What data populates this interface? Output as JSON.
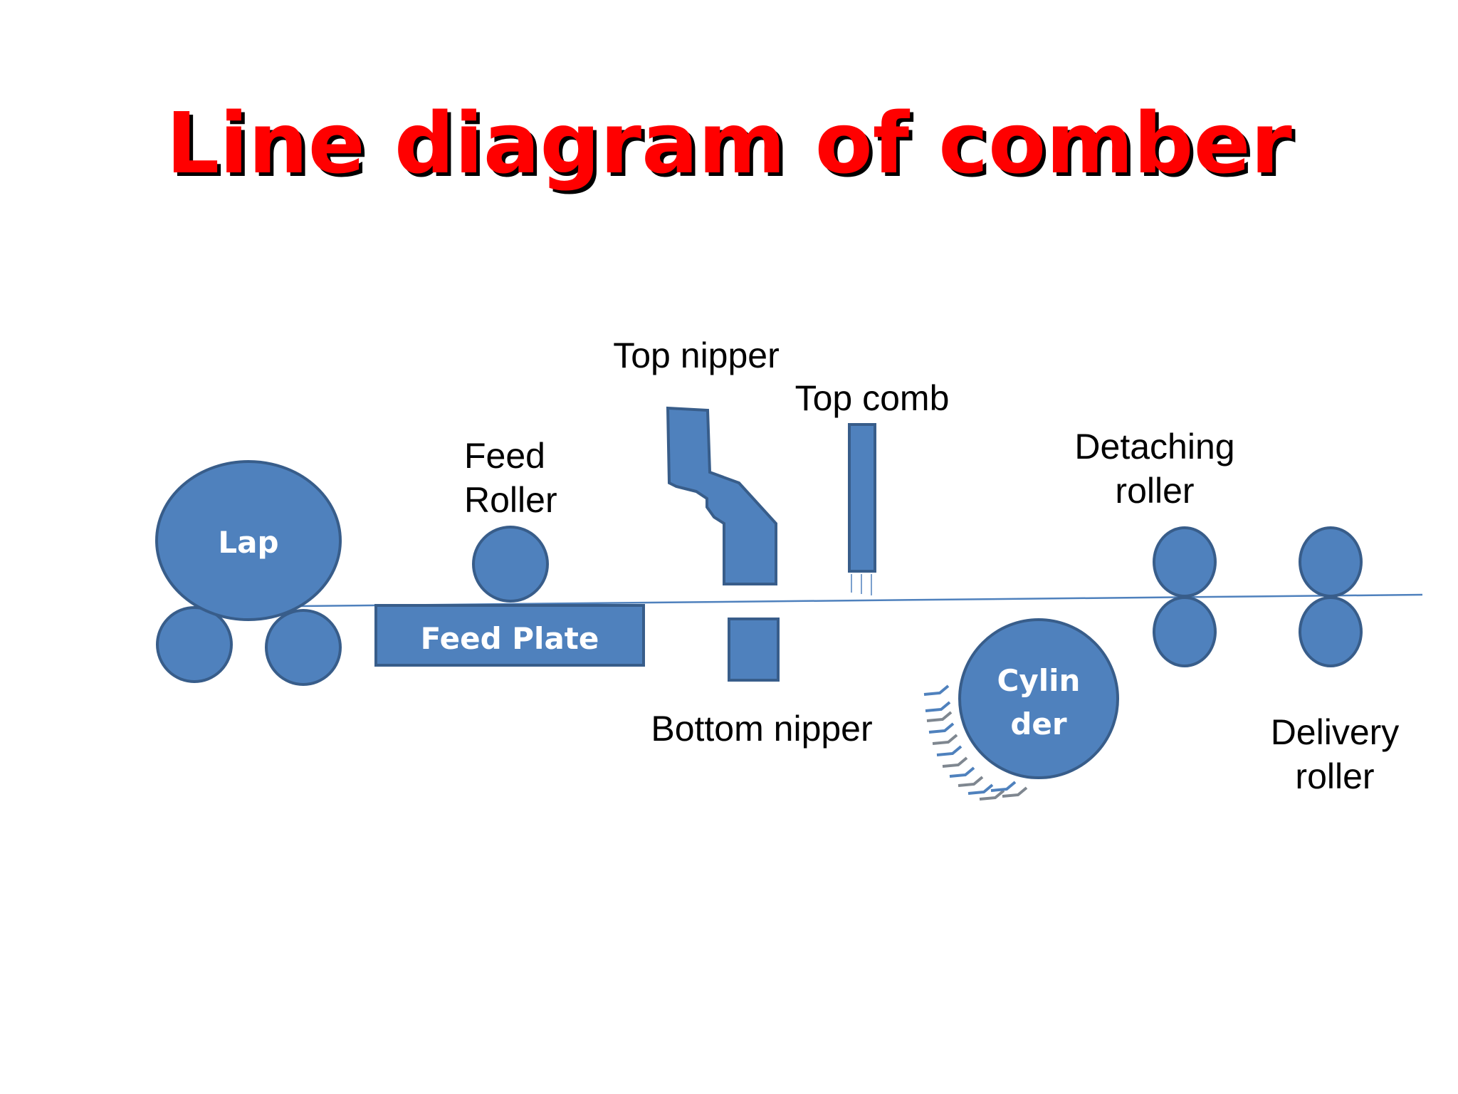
{
  "title": "Line diagram of comber",
  "labels": {
    "lap": "Lap",
    "feed_roller": [
      "Feed",
      "Roller"
    ],
    "feed_plate": "Feed Plate",
    "top_nipper": "Top nipper",
    "top_comb": "Top comb",
    "bottom_nipper": "Bottom nipper",
    "cylinder": [
      "Cylin",
      "der"
    ],
    "detaching_roller": [
      "Detaching",
      "roller"
    ],
    "delivery_roller": [
      "Delivery",
      "roller"
    ]
  },
  "colors": {
    "title": "#ff0000",
    "title_shadow": "#000000",
    "part_fill": "#4f81bd",
    "part_stroke": "#385d8a",
    "needle_grey": "#7f8790",
    "label_text": "#000000",
    "inner_text": "#ffffff"
  }
}
